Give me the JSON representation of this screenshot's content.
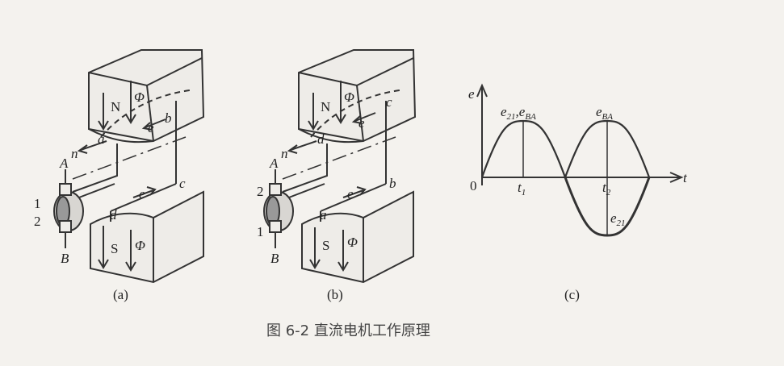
{
  "figure_caption": "图 6-2   直流电机工作原理",
  "panel_a": {
    "label": "(a)",
    "pole_top": "N",
    "pole_bottom": "S",
    "flux_top": "Φ",
    "flux_bottom": "Φ",
    "coil_a": "a",
    "coil_b": "b",
    "coil_c": "c",
    "coil_d": "d",
    "emf_top": "e",
    "emf_bottom": "e",
    "rotation": "n",
    "brush_a": "A",
    "brush_b": "B",
    "seg_1": "1",
    "seg_2": "2"
  },
  "panel_b": {
    "label": "(b)",
    "pole_top": "N",
    "pole_bottom": "S",
    "flux_top": "Φ",
    "flux_bottom": "Φ",
    "coil_a": "a",
    "coil_b": "b",
    "coil_c": "c",
    "coil_d": "d",
    "emf_top": "e",
    "emf_bottom": "e",
    "rotation": "n",
    "brush_a": "A",
    "brush_b": "B",
    "seg_1": "1",
    "seg_2": "2"
  },
  "panel_c": {
    "label": "(c)",
    "y_axis": "e",
    "x_axis": "t",
    "origin": "0",
    "t1": "t",
    "t1_sub": "1",
    "t2": "t",
    "t2_sub": "2",
    "peak1_e": "e",
    "peak1_sub1": "21",
    "peak1_mid": ",e",
    "peak1_sub2": "BA",
    "peak2_e": "e",
    "peak2_sub": "BA",
    "trough_e": "e",
    "trough_sub": "21"
  }
}
